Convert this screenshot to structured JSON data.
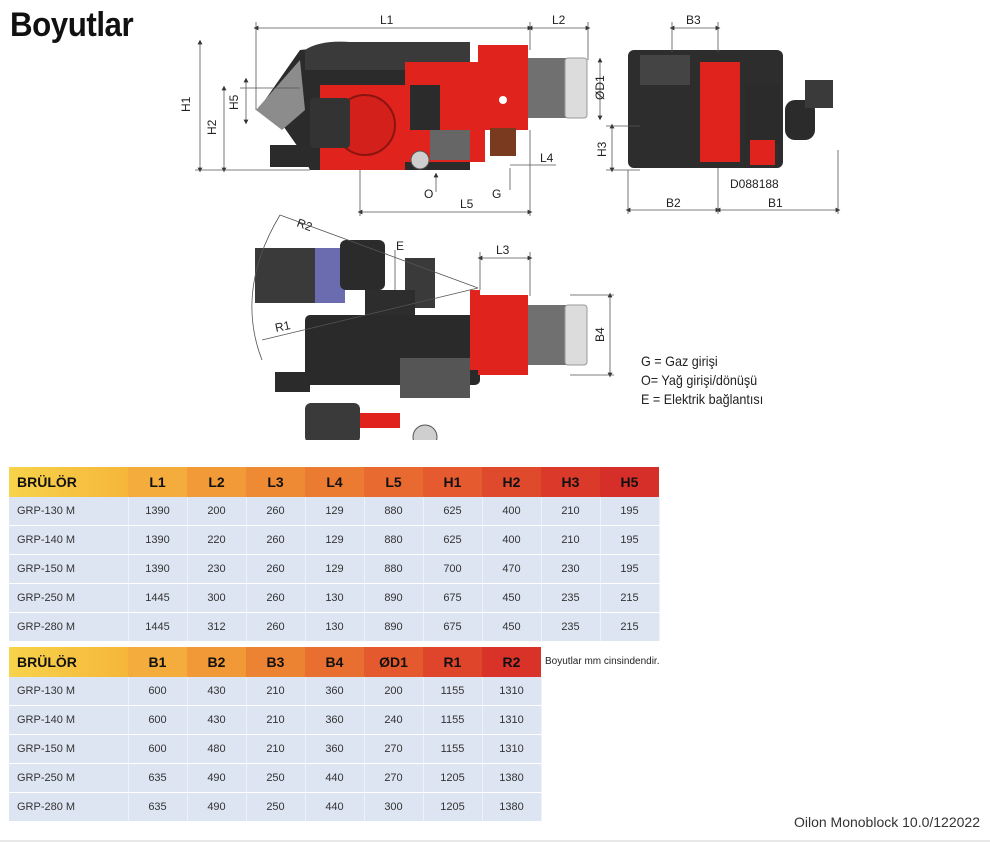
{
  "title": "Boyutlar",
  "drawing_code": "D088188",
  "dimension_labels": {
    "L1": "L1",
    "L2": "L2",
    "L3": "L3",
    "L4": "L4",
    "L5": "L5",
    "H1": "H1",
    "H2": "H2",
    "H3": "H3",
    "H5": "H5",
    "B1": "B1",
    "B2": "B2",
    "B3": "B3",
    "B4": "B4",
    "D1": "ØD1",
    "R1": "R1",
    "R2": "R2",
    "O": "O",
    "G": "G",
    "E": "E"
  },
  "legend": [
    "G = Gaz girişi",
    "O= Yağ girişi/dönüşü",
    "E = Elektrik bağlantısı"
  ],
  "table1": {
    "headers": [
      "BRÜLÖR",
      "L1",
      "L2",
      "L3",
      "L4",
      "L5",
      "H1",
      "H2",
      "H3",
      "H5"
    ],
    "header_colors": [
      "#f6c842",
      "#f4ad3c",
      "#f19a37",
      "#ee8a34",
      "#ec7b32",
      "#e96a30",
      "#e55a2e",
      "#e04a2c",
      "#db3a2a",
      "#d62e28"
    ],
    "rows": [
      [
        "GRP-130 M",
        "1390",
        "200",
        "260",
        "129",
        "880",
        "625",
        "400",
        "210",
        "195"
      ],
      [
        "GRP-140 M",
        "1390",
        "220",
        "260",
        "129",
        "880",
        "625",
        "400",
        "210",
        "195"
      ],
      [
        "GRP-150 M",
        "1390",
        "230",
        "260",
        "129",
        "880",
        "700",
        "470",
        "230",
        "195"
      ],
      [
        "GRP-250 M",
        "1445",
        "300",
        "260",
        "130",
        "890",
        "675",
        "450",
        "235",
        "215"
      ],
      [
        "GRP-280 M",
        "1445",
        "312",
        "260",
        "130",
        "890",
        "675",
        "450",
        "235",
        "215"
      ]
    ]
  },
  "table2": {
    "headers": [
      "BRÜLÖR",
      "B1",
      "B2",
      "B3",
      "B4",
      "ØD1",
      "R1",
      "R2"
    ],
    "header_colors": [
      "#f6c842",
      "#f4ad3c",
      "#f09936",
      "#ec8333",
      "#e96f30",
      "#e5592e",
      "#df452b",
      "#d83229"
    ],
    "rows": [
      [
        "GRP-130 M",
        "600",
        "430",
        "210",
        "360",
        "200",
        "1155",
        "1310"
      ],
      [
        "GRP-140 M",
        "600",
        "430",
        "210",
        "360",
        "240",
        "1155",
        "1310"
      ],
      [
        "GRP-150 M",
        "600",
        "480",
        "210",
        "360",
        "270",
        "1155",
        "1310"
      ],
      [
        "GRP-250 M",
        "635",
        "490",
        "250",
        "440",
        "270",
        "1205",
        "1380"
      ],
      [
        "GRP-280 M",
        "635",
        "490",
        "250",
        "440",
        "300",
        "1205",
        "1380"
      ]
    ]
  },
  "note": "Boyutlar mm cinsindendir.",
  "footer": "Oilon Monoblock 10.0/122022"
}
